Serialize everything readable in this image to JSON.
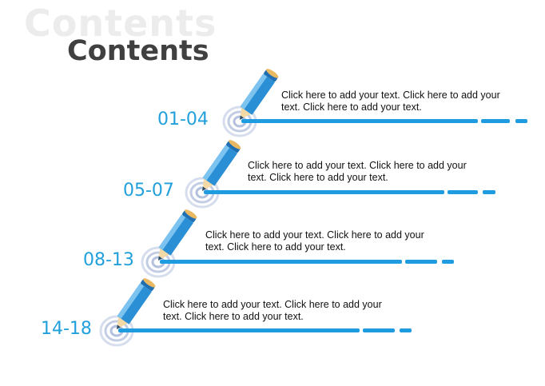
{
  "header": {
    "title_shadow": "Contents",
    "title": "Contents"
  },
  "items": [
    {
      "range": "01-04",
      "text": "Click here to add your text. Click here to add your text. Click here to add your text."
    },
    {
      "range": "05-07",
      "text": "Click here to add your text. Click here to add your text. Click here to add your text."
    },
    {
      "range": "08-13",
      "text": "Click here to add your text. Click here to add your text. Click here to add your text."
    },
    {
      "range": "14-18",
      "text": "Click here to add your text. Click here to add your text. Click here to add your text."
    }
  ],
  "colors": {
    "accent": "#22a0db",
    "pencil_body": "#2b8fd6",
    "pencil_tip": "#f3d9a6",
    "line": "#1f9be0"
  },
  "icons": [
    "pencil-icon",
    "target-rings-icon"
  ]
}
